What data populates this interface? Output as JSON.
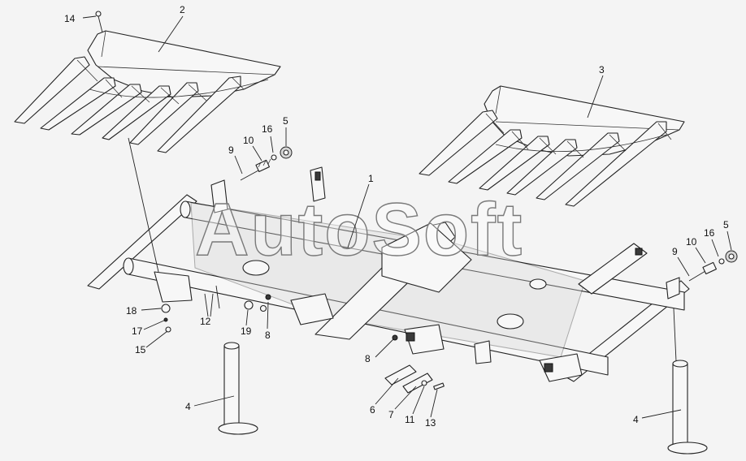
{
  "watermark": "AutoSoft",
  "callouts": [
    {
      "id": "c1",
      "text": "1"
    },
    {
      "id": "c2",
      "text": "2"
    },
    {
      "id": "c3",
      "text": "3"
    },
    {
      "id": "c4a",
      "text": "4"
    },
    {
      "id": "c4b",
      "text": "4"
    },
    {
      "id": "c5a",
      "text": "5"
    },
    {
      "id": "c5b",
      "text": "5"
    },
    {
      "id": "c6",
      "text": "6"
    },
    {
      "id": "c7",
      "text": "7"
    },
    {
      "id": "c8a",
      "text": "8"
    },
    {
      "id": "c8b",
      "text": "8"
    },
    {
      "id": "c9a",
      "text": "9"
    },
    {
      "id": "c9b",
      "text": "9"
    },
    {
      "id": "c10a",
      "text": "10"
    },
    {
      "id": "c10b",
      "text": "10"
    },
    {
      "id": "c11",
      "text": "11"
    },
    {
      "id": "c12",
      "text": "12"
    },
    {
      "id": "c13",
      "text": "13"
    },
    {
      "id": "c14",
      "text": "14"
    },
    {
      "id": "c15",
      "text": "15"
    },
    {
      "id": "c16a",
      "text": "16"
    },
    {
      "id": "c16b",
      "text": "16"
    },
    {
      "id": "c17",
      "text": "17"
    },
    {
      "id": "c18",
      "text": "18"
    },
    {
      "id": "c19",
      "text": "19"
    }
  ]
}
